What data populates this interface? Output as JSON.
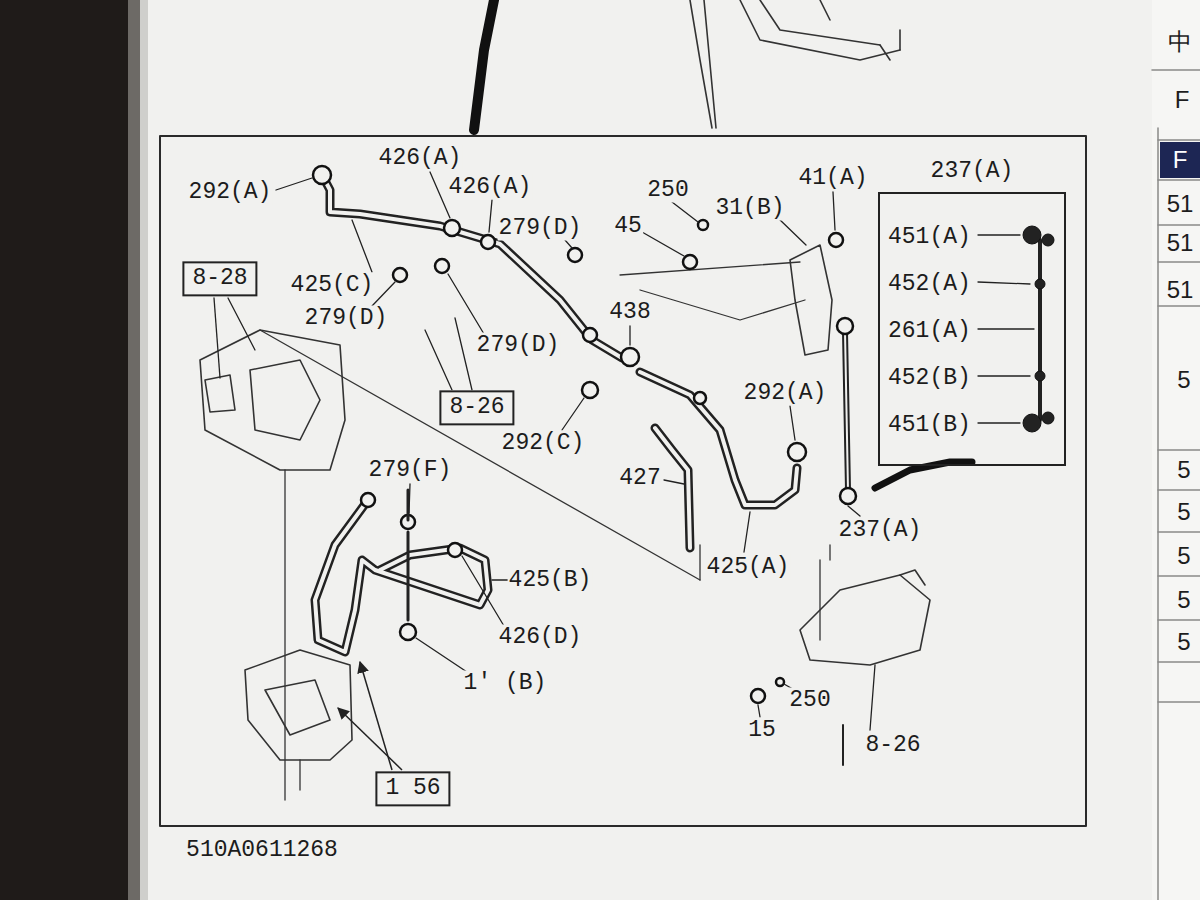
{
  "diagram": {
    "nodes": [
      {
        "text": [
          "8-28"
        ]
      },
      {
        "text": [
          "8-26"
        ]
      },
      {
        "text": [
          "1 56"
        ]
      },
      {
        "text": [
          "237(A)",
          "451(A)",
          "452(A)",
          "261(A)",
          "452(B)",
          "451(B)"
        ]
      }
    ],
    "labels": [
      "292(A)",
      "426(A)",
      "426(A)",
      "250",
      "41(A)",
      "279(D)",
      "45",
      "31(B)",
      "425(C)",
      "279(D)",
      "279(D)",
      "438",
      "292(A)",
      "292(C)",
      "427",
      "237(A)",
      "279(F)",
      "425(A)",
      "425(B)",
      "426(D)",
      "1' (B)",
      "250",
      "15",
      "8-26",
      "510A0611268",
      "中",
      "F",
      "F",
      "51",
      "51",
      "51",
      "5",
      "5",
      "5",
      "5",
      "5",
      "5"
    ]
  }
}
